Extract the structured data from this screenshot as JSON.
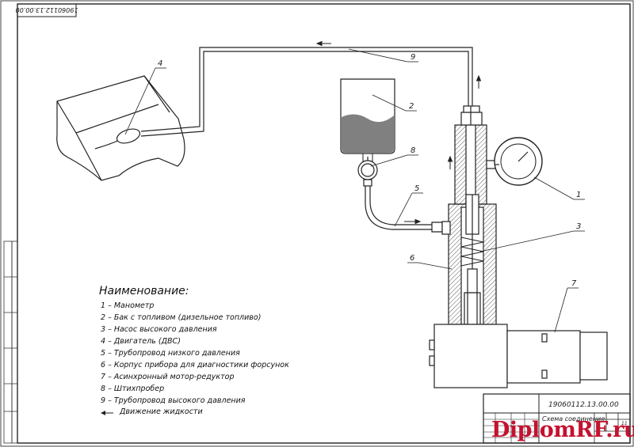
{
  "drawing": {
    "doc_code_top": "19060112.13.00.00",
    "legend_title": "Наименование:",
    "legend": [
      "1 – Манометр",
      "2 – Бак с топливом (дизельное топливо)",
      "3 – Насос высокого давления",
      "4 – Двигатель (ДВС)",
      "5 – Трубопровод низкого давления",
      "6 – Корпус прибора для диагностики форсунок",
      "7 – Асинхронный мотор-редуктор",
      "8 – Штихпробер",
      "9 – Трубопровод высокого давления"
    ],
    "flow_note": "Движение жидкости",
    "callouts": {
      "c1": "1",
      "c2": "2",
      "c3": "3",
      "c4": "4",
      "c5": "5",
      "c6": "6",
      "c7": "7",
      "c8": "8",
      "c9": "9"
    }
  },
  "title_block": {
    "doc_code": "19060112.13.00.00",
    "name_line1": "Схема соединения",
    "sheets": "11"
  },
  "watermark": "DiplomRF.ru",
  "colors": {
    "line": "#222222",
    "fuel": "#666666",
    "watermark": "#c4122f"
  }
}
